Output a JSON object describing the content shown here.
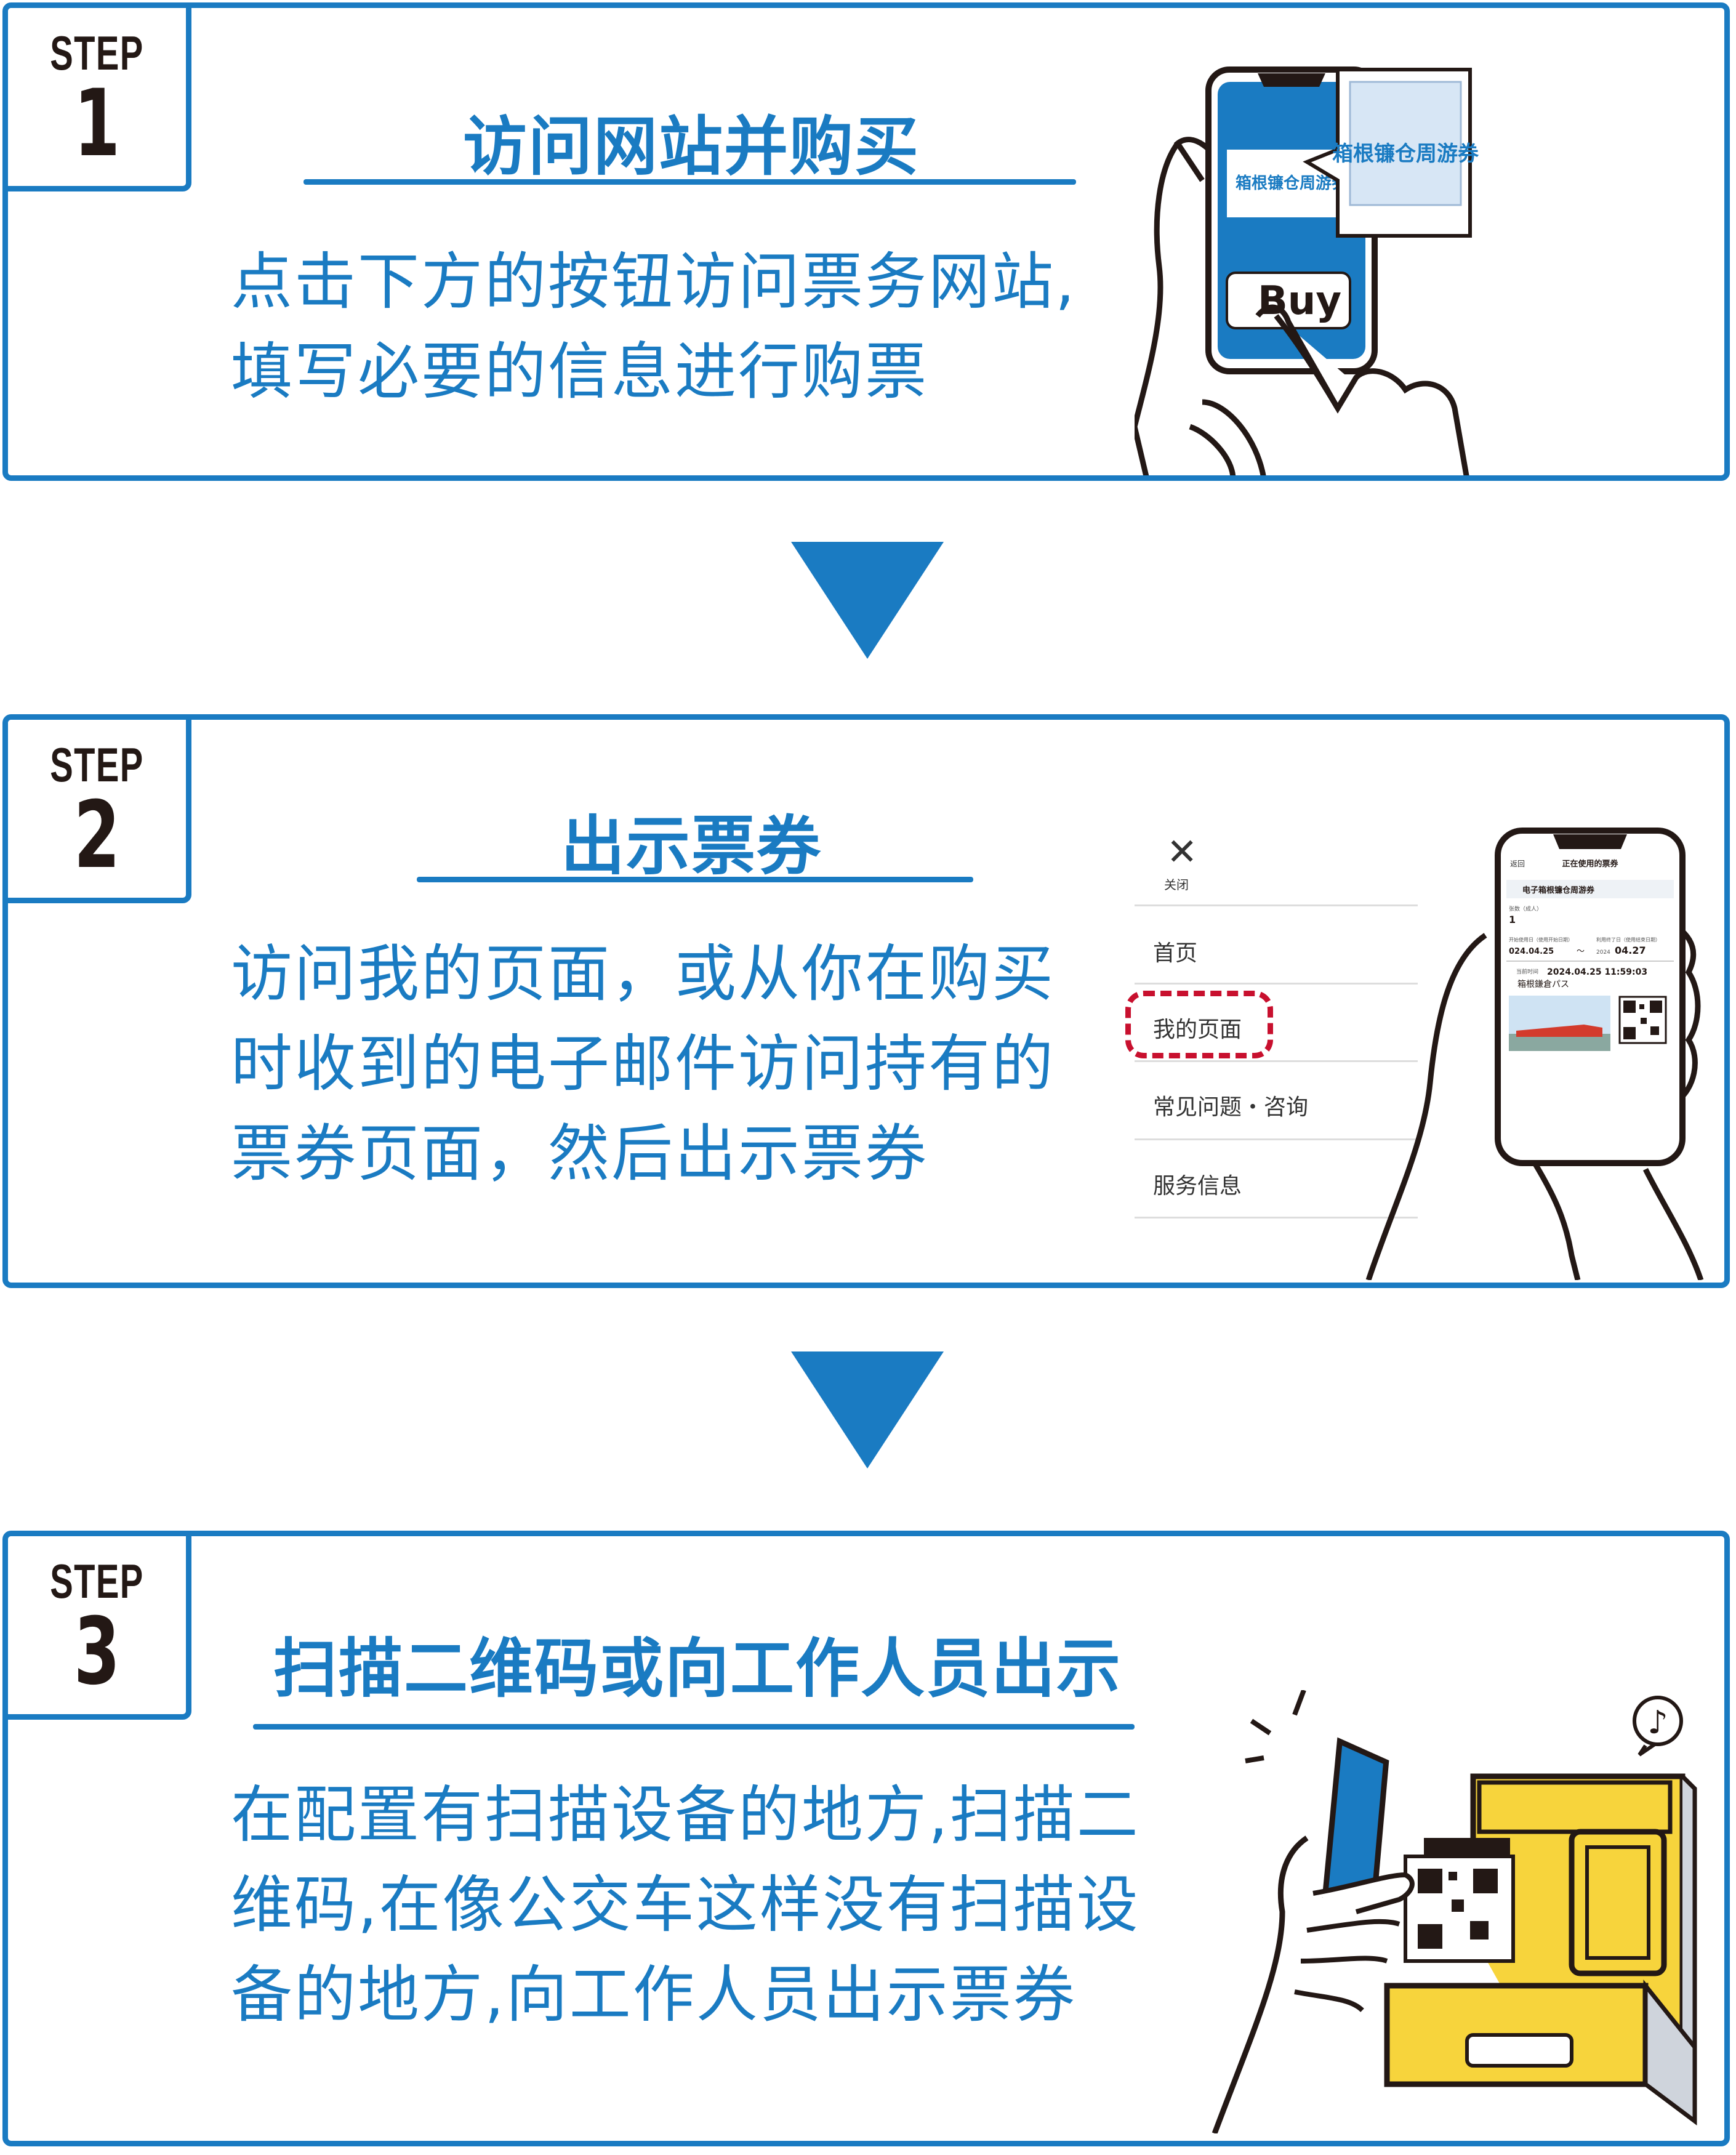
{
  "steps": [
    {
      "step_word": "STEP",
      "number": "1",
      "title": "访问网站并购买",
      "lines": [
        "点击下方的按钮访问票务网站,",
        "填写必要的信息进行购票"
      ],
      "illustration": {
        "ticket_label": "箱根镰仓周游券",
        "card_label": "箱根镰仓周游券",
        "buy_button": "Buy"
      }
    },
    {
      "step_word": "STEP",
      "number": "2",
      "title": "出示票券",
      "lines": [
        "访问我的页面，或从你在购买",
        "时收到的电子邮件访问持有的",
        "票券页面，然后出示票券"
      ],
      "illustration": {
        "close_icon_label": "关闭",
        "menu": [
          "首页",
          "我的页面",
          "常见问题・咨询",
          "服务信息"
        ],
        "phone": {
          "header": "正在使用的票券",
          "back": "返回",
          "ticket_name": "电子箱根镰仓周游券",
          "count_label": "张数（成人）",
          "count": "1",
          "start_label": "开始使用日（使用开始日期）",
          "start_date": "024.04.25",
          "tilde": "〜",
          "end_label": "利用终了日（使用结束日期）",
          "end_year": "2024",
          "end_date": "04.27",
          "display_label": "当前时间",
          "display_time": "2024.04.25 11:59:03",
          "pass_name": "箱根鎌倉パス"
        }
      }
    },
    {
      "step_word": "STEP",
      "number": "3",
      "title": "扫描二维码或向工作人员出示",
      "lines": [
        "在配置有扫描设备的地方,扫描二",
        "维码,在像公交车这样没有扫描设",
        "备的地方,向工作人员出示票券"
      ],
      "illustration": {
        "sound_icon": "music-note-icon"
      }
    }
  ],
  "colors": {
    "brand_blue": "#1a7bc2",
    "dark": "#231815",
    "red_dash": "#c8102e",
    "machine_yellow": "#f7d43c"
  }
}
